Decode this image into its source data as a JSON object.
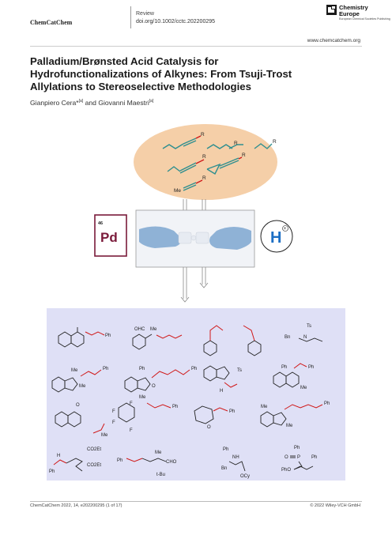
{
  "header": {
    "journal": "ChemCatChem",
    "article_type": "Review",
    "doi": "doi.org/10.1002/cctc.202200295",
    "logo_line1": "Chemistry",
    "logo_line2": "Europe",
    "logo_tagline": "European Chemical Societies Publishing",
    "website": "www.chemcatchem.org"
  },
  "article": {
    "title_line1": "Palladium/Brønsted Acid Catalysis for",
    "title_line2": "Hydrofunctionalizations of Alkynes: From Tsuji-Trost",
    "title_line3": "Allylations to Stereoselective Methodologies",
    "author1": "Gianpiero Cera*",
    "author1_sup": "[a]",
    "and": "and",
    "author2": "Giovanni Maestri",
    "author2_sup": "[a]"
  },
  "graphic": {
    "pd_number": "46",
    "pd_symbol": "Pd",
    "h_symbol": "H",
    "h_charge": "+",
    "substituent_r": "R",
    "substituent_me": "Me",
    "labels": {
      "ph": "Ph",
      "me": "Me",
      "ts": "Ts",
      "bn": "Bn",
      "n": "N",
      "o": "O",
      "ohc": "OHC",
      "f": "F",
      "h": "H",
      "nh": "NH",
      "p": "P",
      "cho": "CHO",
      "tbu": "t-Bu",
      "co2et": "CO2Et",
      "ocy": "OCy",
      "pho": "PhO"
    }
  },
  "colors": {
    "oval": "#f5cfa8",
    "panel": "#dfe0f6",
    "teal": "#2f8f8f",
    "red": "#d01818",
    "pd_border": "#7a1a3a",
    "pd_text": "#7a1a3a",
    "h_ring": "#1d6fc4"
  },
  "footer": {
    "citation": "ChemCatChem 2022, 14, e202200295 (1 of 17)",
    "copyright": "© 2022 Wiley-VCH GmbH"
  }
}
